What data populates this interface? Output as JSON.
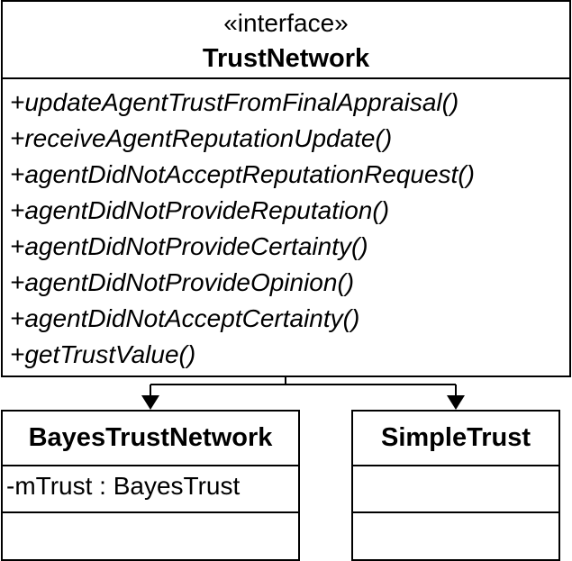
{
  "interface": {
    "stereotype": "«interface»",
    "name": "TrustNetwork",
    "operations": [
      "+updateAgentTrustFromFinalAppraisal()",
      "+receiveAgentReputationUpdate()",
      "+agentDidNotAcceptReputationRequest()",
      "+agentDidNotProvideReputation()",
      "+agentDidNotProvideCertainty()",
      "+agentDidNotProvideOpinion()",
      "+agentDidNotAcceptCertainty()",
      "+getTrustValue()"
    ]
  },
  "classes": [
    {
      "name": "BayesTrustNetwork",
      "attributes": [
        "-mTrust : BayesTrust"
      ]
    },
    {
      "name": "SimpleTrust",
      "attributes": []
    }
  ]
}
